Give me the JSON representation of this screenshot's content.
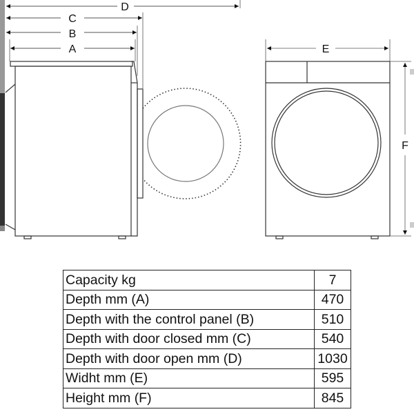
{
  "diagram": {
    "side_view": {
      "labels": {
        "A": "A",
        "B": "B",
        "C": "C",
        "D": "D"
      }
    },
    "front_view": {
      "labels": {
        "E": "E",
        "F": "F"
      }
    },
    "colors": {
      "line": "#222222",
      "dim_line": "#555555",
      "edge_strip_light": "#999999",
      "edge_strip_dark": "#333333"
    }
  },
  "spec_table": {
    "rows": [
      {
        "label": "Capacity kg",
        "value": "7"
      },
      {
        "label": "Depth mm (A)",
        "value": "470"
      },
      {
        "label": "Depth with the control panel (B)",
        "value": "510"
      },
      {
        "label": "Depth with door closed mm (C)",
        "value": "540"
      },
      {
        "label": "Depth with door open mm (D)",
        "value": "1030"
      },
      {
        "label": "Widht mm (E)",
        "value": "595"
      },
      {
        "label": "Height mm (F)",
        "value": "845"
      }
    ]
  }
}
